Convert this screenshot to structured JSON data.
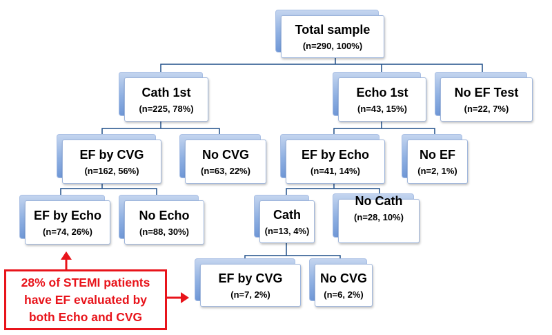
{
  "nodes": {
    "total": {
      "label": "Total sample",
      "count": "(n=290, 100%)"
    },
    "cath_first": {
      "label": "Cath 1st",
      "count": "(n=225, 78%)"
    },
    "echo_first": {
      "label": "Echo 1st",
      "count": "(n=43, 15%)"
    },
    "no_ef_test": {
      "label": "No EF Test",
      "count": "(n=22, 7%)"
    },
    "ef_by_cvg_1": {
      "label": "EF by CVG",
      "count": "(n=162, 56%)"
    },
    "no_cvg_1": {
      "label": "No CVG",
      "count": "(n=63, 22%)"
    },
    "ef_by_echo_1": {
      "label": "EF by Echo",
      "count": "(n=41, 14%)"
    },
    "no_ef": {
      "label": "No EF",
      "count": "(n=2, 1%)"
    },
    "ef_by_echo_2": {
      "label": "EF by Echo",
      "count": "(n=74, 26%)"
    },
    "no_echo": {
      "label": "No Echo",
      "count": "(n=88, 30%)"
    },
    "cath": {
      "label": "Cath",
      "count": "(n=13, 4%)"
    },
    "no_cath": {
      "label": "No Cath",
      "count": "(n=28, 10%)"
    },
    "ef_by_cvg_2": {
      "label": "EF by CVG",
      "count": "(n=7, 2%)"
    },
    "no_cvg_2": {
      "label": "No CVG",
      "count": "(n=6, 2%)"
    }
  },
  "callout": {
    "lines": [
      "28% of STEMI patients",
      "have EF evaluated by",
      "both Echo and CVG"
    ]
  },
  "colors": {
    "connector": "#1f4e89",
    "callout": "#e8141b",
    "box_border": "#9fb6dc",
    "box_shadow": "#8fb0e2"
  }
}
